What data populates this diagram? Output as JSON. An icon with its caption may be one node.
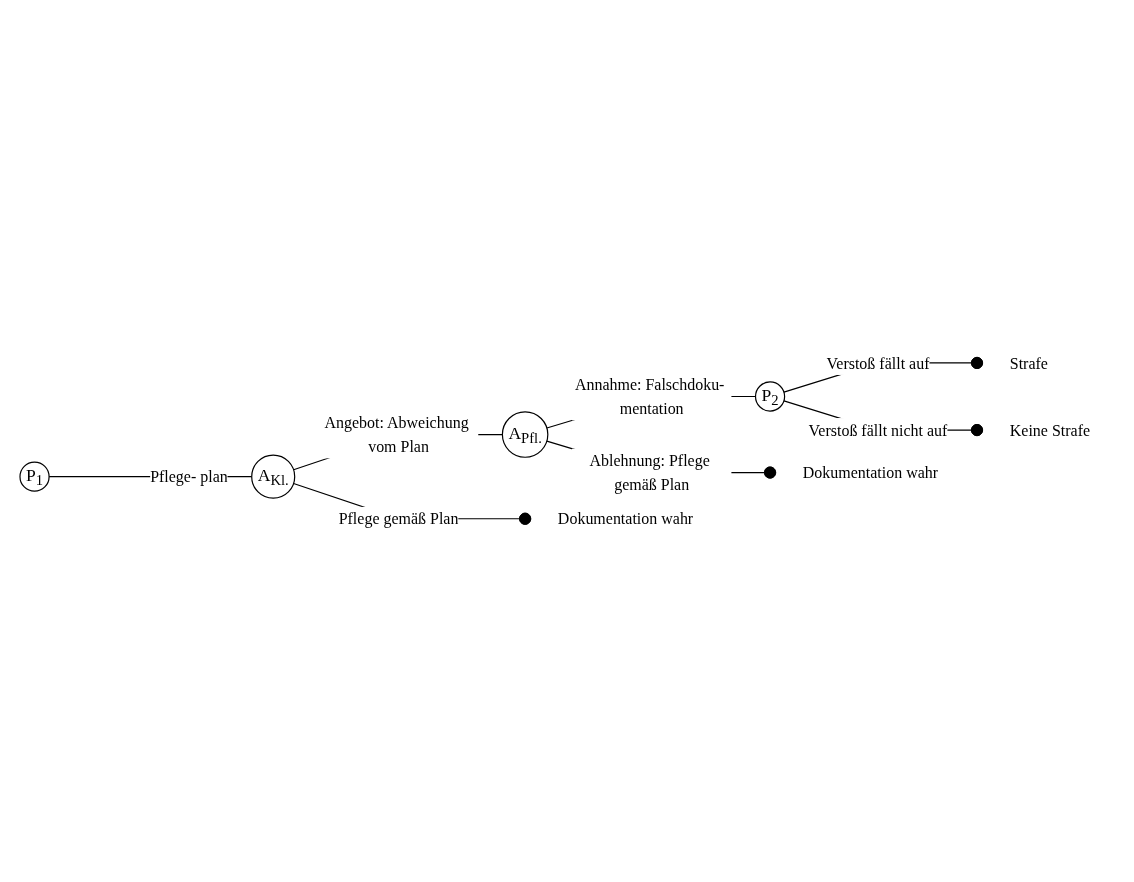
{
  "diagram": {
    "nodes": [
      {
        "text": [
          "P$_{1}$"
        ]
      },
      {
        "text": [
          "A$_{Kl.}$"
        ]
      },
      {
        "text": [
          "A$_{Pfl.}$"
        ]
      },
      {
        "text": [
          "P$_{2}$"
        ]
      },
      {
        "text": [],
        "shape": "circle",
        "beside": [
          "Strafe"
        ]
      },
      {
        "text": [],
        "shape": "circle",
        "beside": [
          "Keine Strafe"
        ]
      },
      {
        "text": [],
        "shape": "circle",
        "beside": [
          "Dokumentation wahr"
        ]
      },
      {
        "text": [],
        "shape": "circle",
        "beside": [
          "Dokumentation wahr"
        ]
      }
    ],
    "edges": [
      {
        "from": 0,
        "to": 1,
        "arrow": "none",
        "label": "Pflege- plan"
      },
      {
        "from": 1,
        "to": 2,
        "arrow": "none",
        "label": "Angebot: Abweichung vom Plan"
      },
      {
        "from": 1,
        "to": 7,
        "arrow": "none",
        "label": "Pflege gemäß Plan"
      },
      {
        "from": 2,
        "to": 3,
        "arrow": "none",
        "label": "Annahme: Falschdoku- mentation"
      },
      {
        "from": 2,
        "to": 6,
        "arrow": "none",
        "label": "Ablehnung: Pflege gemäß Plan"
      },
      {
        "from": 3,
        "to": 4,
        "arrow": "none",
        "label": "Verstoß fällt auf"
      },
      {
        "from": 3,
        "to": 5,
        "arrow": "none",
        "label": "Verstoß fällt nicht auf"
      }
    ]
  }
}
